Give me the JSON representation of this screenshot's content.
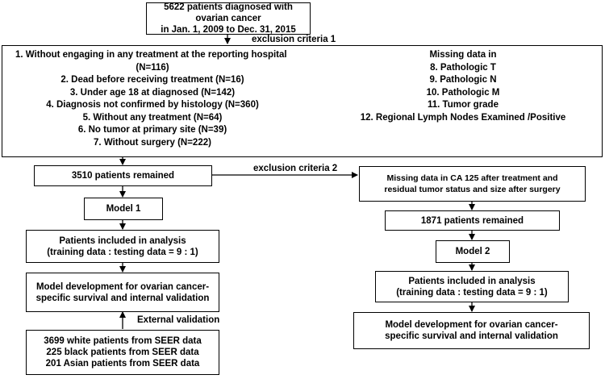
{
  "start": {
    "line1": "5622 patients diagnosed with ovarian cancer",
    "line2": "in Jan. 1, 2009 to Dec. 31, 2015"
  },
  "exclusion1_label": "exclusion criteria 1",
  "exclusion1": {
    "items": [
      "1.   Without engaging in any treatment at the reporting hospital",
      "(N=116)",
      "2.   Dead before receiving treatment (N=16)",
      "3.   Under age 18 at diagnosed (N=142)",
      "4.   Diagnosis not confirmed by histology (N=360)",
      "5.   Without any treatment (N=64)",
      "6.   No tumor at  primary site (N=39)",
      "7.   Without surgery (N=222)"
    ],
    "missing_title": "Missing data in",
    "missing_items": [
      "8.    Pathologic T",
      "9.    Pathologic N",
      "10.   Pathologic M",
      "11.   Tumor grade",
      "12.   Regional Lymph Nodes Examined /Positive"
    ]
  },
  "remained1": "3510 patients remained",
  "exclusion2_label": "exclusion criteria 2",
  "exclusion2": {
    "line1": "Missing data in CA 125 after treatment and",
    "line2": "residual tumor status and size after surgery"
  },
  "model1": "Model 1",
  "model2": "Model 2",
  "remained2": "1871 patients remained",
  "included_left": {
    "line1": "Patients included in analysis",
    "line2": "(training data : testing data = 9 : 1)"
  },
  "included_right": {
    "line1": "Patients included in analysis",
    "line2": "(training data : testing data = 9 : 1)"
  },
  "dev_left": {
    "line1": "Model development for ovarian cancer-",
    "line2": "specific survival and internal validation"
  },
  "dev_right": {
    "line1": "Model development for ovarian cancer-",
    "line2": "specific survival and internal validation"
  },
  "external_label": "External validation",
  "seer": [
    "3699 white patients from SEER data",
    "225 black patients from SEER data",
    "201 Asian patients from SEER data"
  ]
}
